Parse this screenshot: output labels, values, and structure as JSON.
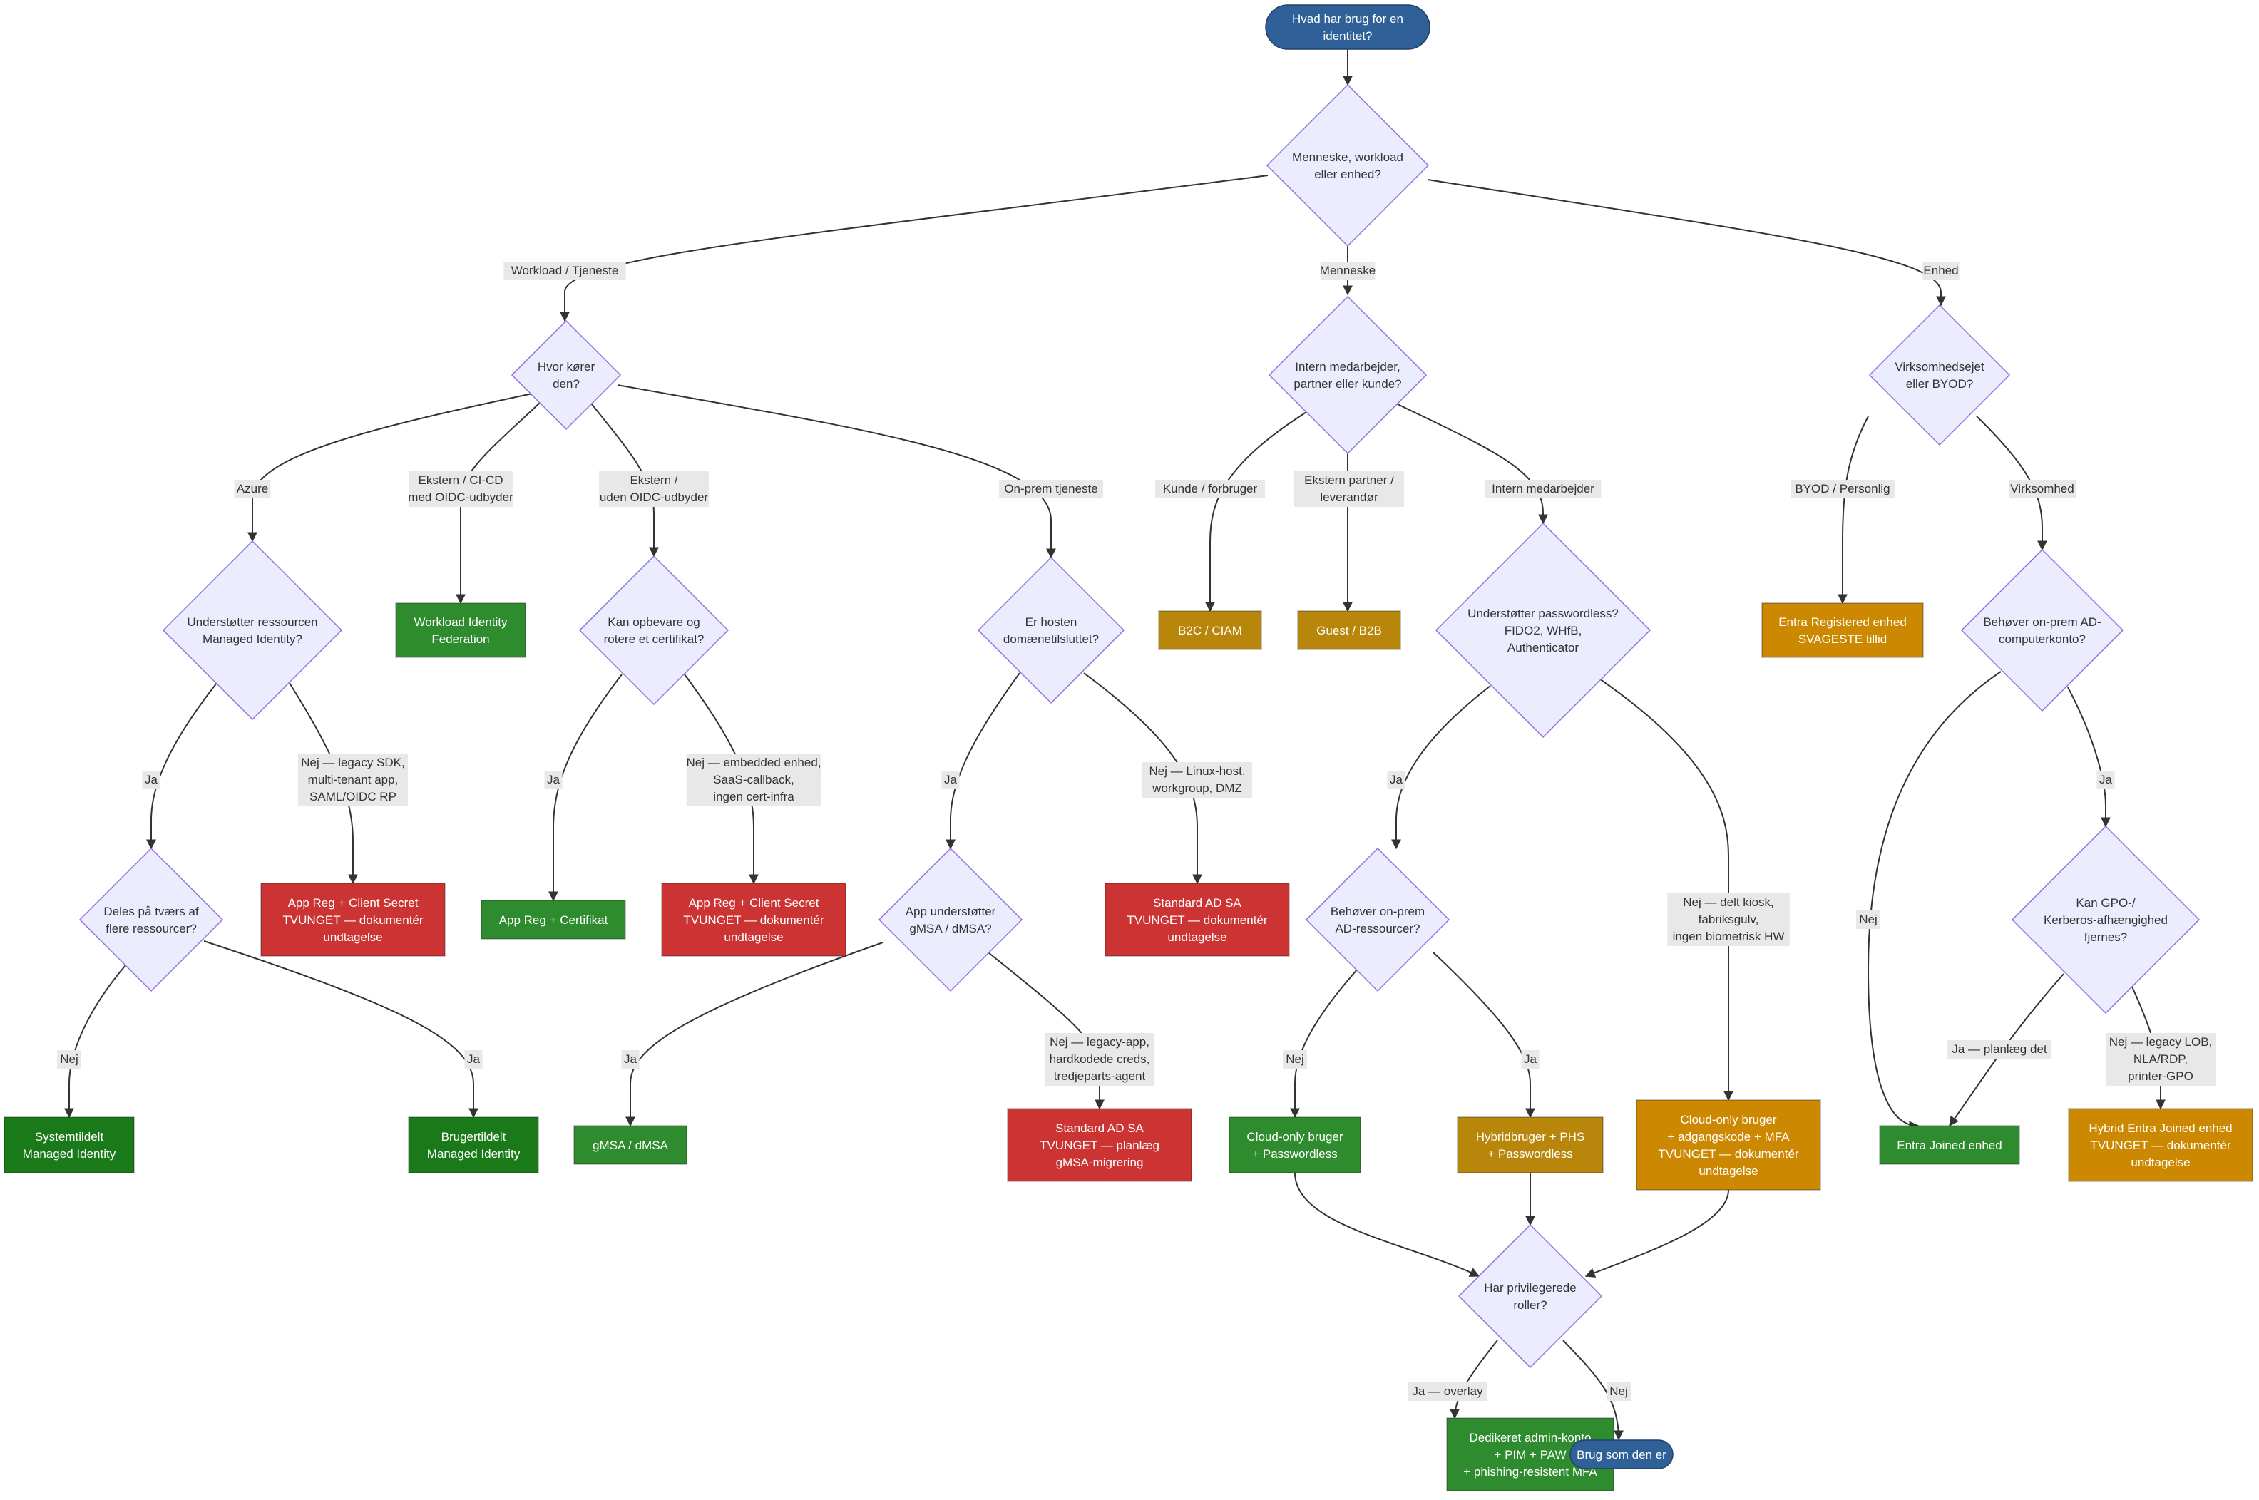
{
  "colors": {
    "decision_fill": "#ececff",
    "decision_stroke": "#9370db",
    "terminal_fill": "#2f6198",
    "terminal_stroke": "#1f4068",
    "green": "#2e8b2e",
    "green_dark": "#1a7a1a",
    "red": "#cc3333",
    "gold": "#b8860b",
    "orange": "#cc8800",
    "edge": "#333333",
    "edge_label_bg": "#e8e8e8"
  },
  "nodes": {
    "start": [
      "Hvad har brug for en",
      "identitet?"
    ],
    "q_type": [
      "Menneske, workload",
      "eller enhed?"
    ],
    "q_where": [
      "Hvor kører",
      "den?"
    ],
    "q_staff": [
      "Intern medarbejder,",
      "partner eller kunde?"
    ],
    "q_device": [
      "Virksomhedsejet",
      "eller BYOD?"
    ],
    "q_mi": [
      "Understøtter ressourcen",
      "Managed Identity?"
    ],
    "r_wif": [
      "Workload Identity",
      "Federation"
    ],
    "q_cert": [
      "Kan opbevare og",
      "rotere et certifikat?"
    ],
    "q_domain": [
      "Er hosten",
      "domænetilsluttet?"
    ],
    "r_b2c": [
      "B2C / CIAM"
    ],
    "r_b2b": [
      "Guest / B2B"
    ],
    "q_pwless": [
      "Understøtter passwordless?",
      "FIDO2, WHfB,",
      "Authenticator"
    ],
    "r_entra_reg": [
      "Entra Registered enhed",
      "SVAGESTE tillid"
    ],
    "q_adcomp": [
      "Behøver on-prem AD-",
      "computerkonto?"
    ],
    "q_shared": [
      "Deles på tværs af",
      "flere ressourcer?"
    ],
    "r_app_secret1": [
      "App Reg + Client Secret",
      "TVUNGET — dokumentér",
      "undtagelse"
    ],
    "r_app_cert": [
      "App Reg + Certifikat"
    ],
    "r_app_secret2": [
      "App Reg + Client Secret",
      "TVUNGET — dokumentér",
      "undtagelse"
    ],
    "q_gmsa": [
      "App understøtter",
      "gMSA / dMSA?"
    ],
    "r_std_sa1": [
      "Standard AD SA",
      "TVUNGET — dokumentér",
      "undtagelse"
    ],
    "q_onprem_ad": [
      "Behøver on-prem",
      "AD-ressourcer?"
    ],
    "r_cloud_pwd": [
      "Cloud-only bruger",
      "+ adgangskode + MFA",
      "TVUNGET — dokumentér",
      "undtagelse"
    ],
    "q_gpo": [
      "Kan GPO-/",
      "Kerberos-afhængighed",
      "fjernes?"
    ],
    "r_system_mi": [
      "Systemtildelt",
      "Managed Identity"
    ],
    "r_user_mi": [
      "Brugertildelt",
      "Managed Identity"
    ],
    "r_gmsa": [
      "gMSA / dMSA"
    ],
    "r_std_sa2": [
      "Standard AD SA",
      "TVUNGET — planlæg",
      "gMSA-migrering"
    ],
    "r_cloud_pwless": [
      "Cloud-only bruger",
      "+ Passwordless"
    ],
    "r_hybrid_user": [
      "Hybridbruger + PHS",
      "+ Passwordless"
    ],
    "r_entra_joined": [
      "Entra Joined enhed"
    ],
    "r_hybrid_joined": [
      "Hybrid Entra Joined enhed",
      "TVUNGET — dokumentér",
      "undtagelse"
    ],
    "q_priv": [
      "Har privilegerede",
      "roller?"
    ],
    "r_admin": [
      "Dedikeret admin-konto",
      "+ PIM + PAW",
      "+ phishing-resistent MFA"
    ],
    "end": [
      "Brug som den er"
    ]
  },
  "edge_labels": {
    "workload": [
      "Workload / Tjeneste"
    ],
    "menneske": [
      "Menneske"
    ],
    "enhed": [
      "Enhed"
    ],
    "azure": [
      "Azure"
    ],
    "ekstern_oidc": [
      "Ekstern / CI-CD",
      "med OIDC-udbyder"
    ],
    "ekstern_no_oidc": [
      "Ekstern /",
      "uden OIDC-udbyder"
    ],
    "onprem": [
      "On-prem tjeneste"
    ],
    "kunde": [
      "Kunde / forbruger"
    ],
    "partner": [
      "Ekstern partner /",
      "leverandør"
    ],
    "intern": [
      "Intern medarbejder"
    ],
    "byod": [
      "BYOD / Personlig"
    ],
    "virksomhed": [
      "Virksomhed"
    ],
    "mi_ja": [
      "Ja"
    ],
    "mi_nej": [
      "Nej — legacy SDK,",
      "multi-tenant app,",
      "SAML/OIDC RP"
    ],
    "cert_ja": [
      "Ja"
    ],
    "cert_nej": [
      "Nej — embedded enhed,",
      "SaaS-callback,",
      "ingen cert-infra"
    ],
    "domain_ja": [
      "Ja"
    ],
    "domain_nej": [
      "Nej — Linux-host,",
      "workgroup, DMZ"
    ],
    "pwless_ja": [
      "Ja"
    ],
    "pwless_nej": [
      "Nej — delt kiosk,",
      "fabriksgulv,",
      "ingen biometrisk HW"
    ],
    "adcomp_nej": [
      "Nej"
    ],
    "adcomp_ja": [
      "Ja"
    ],
    "shared_nej": [
      "Nej"
    ],
    "shared_ja": [
      "Ja"
    ],
    "gmsa_ja": [
      "Ja"
    ],
    "gmsa_nej": [
      "Nej — legacy-app,",
      "hardkodede creds,",
      "tredjeparts-agent"
    ],
    "onprem_nej": [
      "Nej"
    ],
    "onprem_ja": [
      "Ja"
    ],
    "gpo_ja": [
      "Ja — planlæg det"
    ],
    "gpo_nej": [
      "Nej — legacy LOB,",
      "NLA/RDP,",
      "printer-GPO"
    ],
    "priv_ja": [
      "Ja — overlay"
    ],
    "priv_nej": [
      "Nej"
    ]
  }
}
